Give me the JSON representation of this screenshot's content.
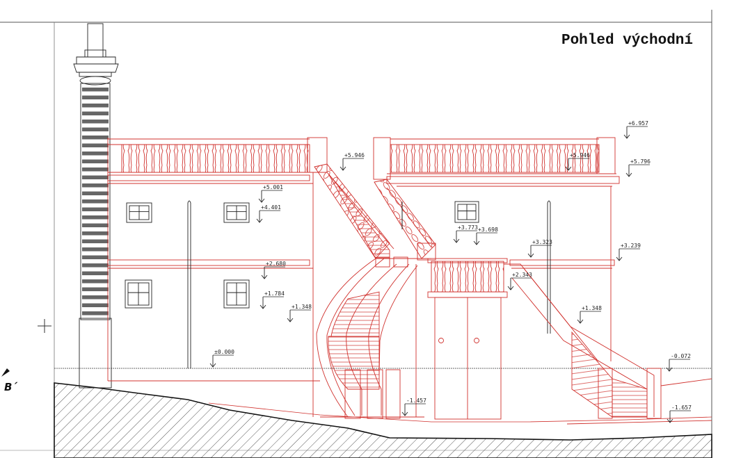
{
  "drawing": {
    "title": "Pohled východní",
    "section_marker": "B´",
    "colors": {
      "line_red": "#d0302c",
      "line_black": "#222222",
      "hatch": "#555555",
      "background": "#ffffff"
    },
    "elevation_marks": [
      {
        "label": "+6.957"
      },
      {
        "label": "+5.946"
      },
      {
        "label": "+5.946"
      },
      {
        "label": "+5.796"
      },
      {
        "label": "+5.001"
      },
      {
        "label": "+4.401"
      },
      {
        "label": "+3.773"
      },
      {
        "label": "+3.698"
      },
      {
        "label": "+3.323"
      },
      {
        "label": "+3.239"
      },
      {
        "label": "+2.680"
      },
      {
        "label": "+2.343"
      },
      {
        "label": "+1.784"
      },
      {
        "label": "+1.348"
      },
      {
        "label": "+1.348"
      },
      {
        "label": "±0.000"
      },
      {
        "label": "-0.072"
      },
      {
        "label": "-1.457"
      },
      {
        "label": "-1.657"
      }
    ]
  }
}
